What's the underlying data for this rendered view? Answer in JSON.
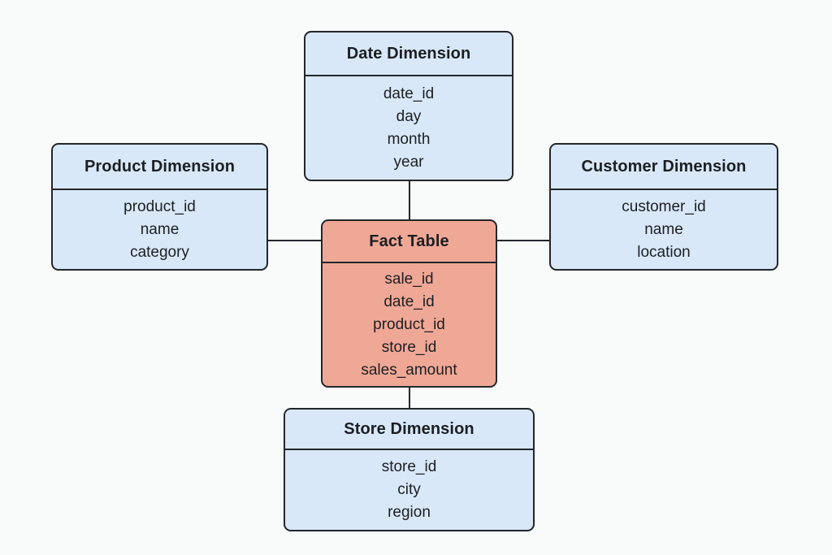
{
  "palette": {
    "background": "#f9fafa",
    "dimension_fill": "#d9e8f8",
    "fact_fill": "#f0a896",
    "line_and_border": "#23272b",
    "text": "#1b1f23"
  },
  "tables": {
    "date": {
      "title": "Date Dimension",
      "fields": [
        "date_id",
        "day",
        "month",
        "year"
      ]
    },
    "product": {
      "title": "Product Dimension",
      "fields": [
        "product_id",
        "name",
        "category"
      ]
    },
    "customer": {
      "title": "Customer Dimension",
      "fields": [
        "customer_id",
        "name",
        "location"
      ]
    },
    "fact": {
      "title": "Fact Table",
      "fields": [
        "sale_id",
        "date_id",
        "product_id",
        "store_id",
        "sales_amount"
      ]
    },
    "store": {
      "title": "Store Dimension",
      "fields": [
        "store_id",
        "city",
        "region"
      ]
    }
  }
}
